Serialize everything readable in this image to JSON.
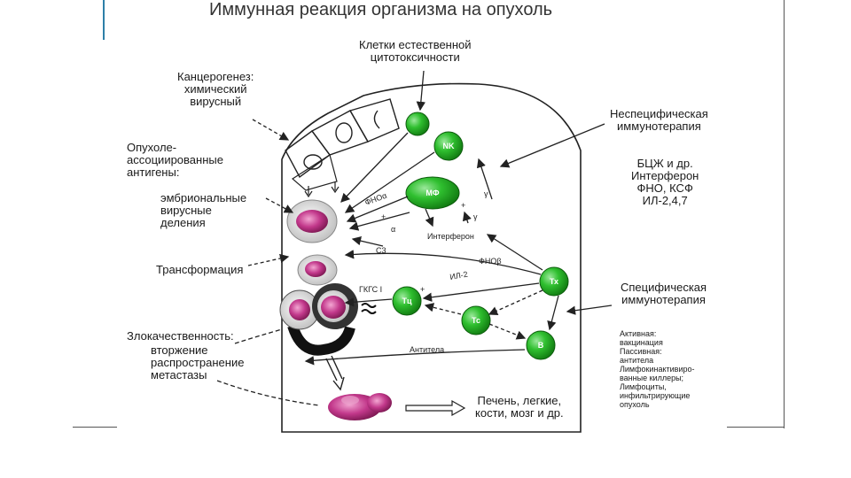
{
  "title": "Иммунная реакция организма на опухоль",
  "labels": {
    "nk_cells": "Клетки естественной\nцитотоксичности",
    "carcinogenesis": "Канцерогенез:\nхимический\nвирусный",
    "tumor_antigens": "Опухоле-\nассоциированные\nантигены:",
    "antigen_types": "эмбриональные\nвирусные\nделения",
    "transformation": "Трансформация",
    "malignancy": "Злокачественность:",
    "malignancy_list": "вторжение\nраспространение\nметастазы",
    "nonspecific": "Неспецифическая\nиммунотерапия",
    "nonspecific_list": "БЦЖ и др.\nИнтерферон\nФНО, КСФ\nИЛ-2,4,7",
    "specific": "Специфическая\nиммунотерапия",
    "specific_list": "Активная:\n   вакцинация\nПассивная:\n   антитела\nЛимфокинактивиро-\nванные киллеры;\nЛимфоциты,\nинфильтрирующие\nопухоль",
    "metastasis_targets": "Печень, легкие,\nкости, мозг и др."
  },
  "cells": {
    "nk": "NK",
    "mf": "МФ",
    "tx": "Тх",
    "tc": "Тц",
    "ts": "Тс",
    "b": "В"
  },
  "arrows": {
    "fno_a": "ФНОα",
    "alpha": "α",
    "c3": "C3",
    "interferon": "Интерферон",
    "fno_b": "ФНОβ",
    "il2": "ИЛ-2",
    "gkgs": "ГКГС I",
    "antibodies": "Антитела",
    "gamma1": "γ",
    "gamma2": "γ",
    "plus": "+"
  },
  "colors": {
    "cell_green": "#27b327",
    "tumor_magenta": "#b0307a"
  }
}
